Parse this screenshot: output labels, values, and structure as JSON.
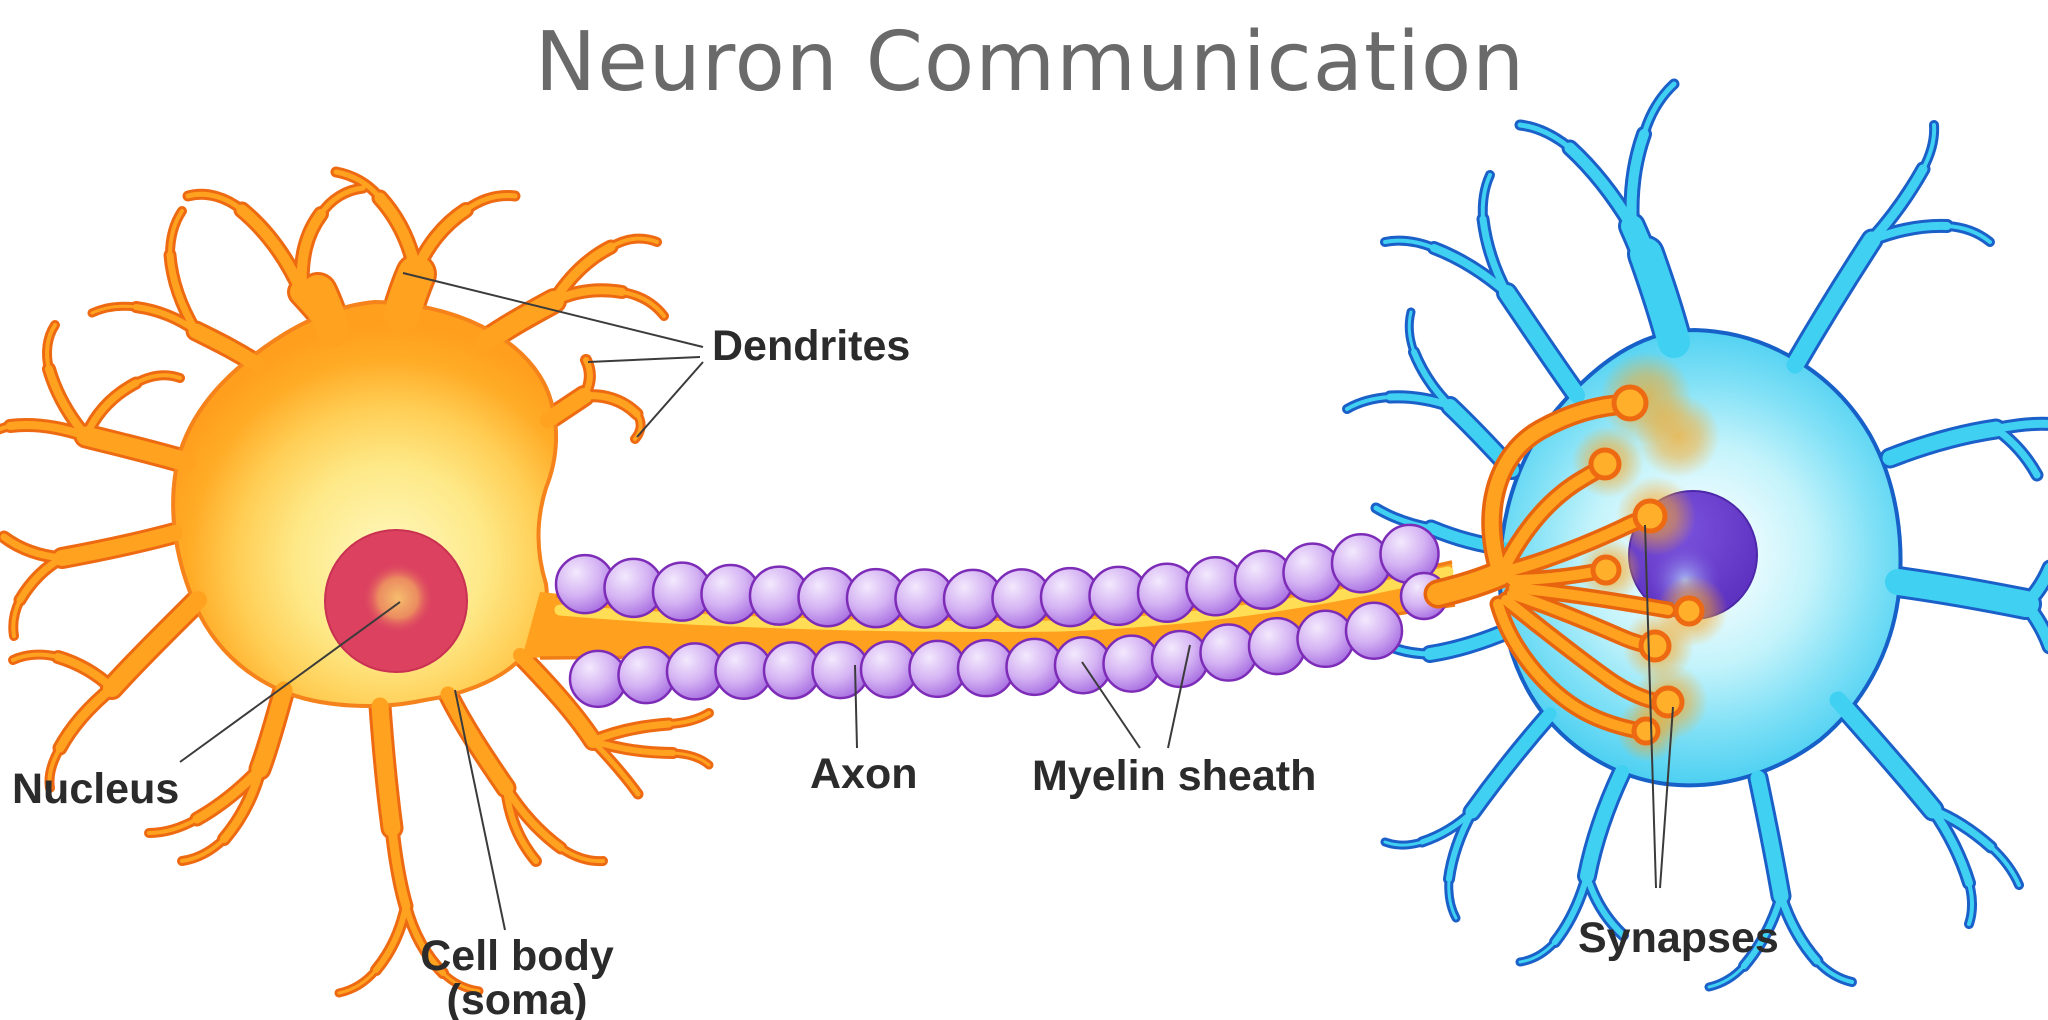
{
  "title": "Neuron Communication",
  "labels": {
    "dendrites": "Dendrites",
    "nucleus": "Nucleus",
    "axon": "Axon",
    "myelin_sheath": "Myelin sheath",
    "cell_body_line1": "Cell body",
    "cell_body_line2": "(soma)",
    "synapses": "Synapses"
  },
  "colors": {
    "title_text": "#6a6a6a",
    "label_text": "#2b2b2b",
    "left_neuron_fill": "#FFA51F",
    "left_neuron_outline": "#F5821A",
    "left_nucleus": "#DC4160",
    "axon_fill": "#FFA11E",
    "axon_highlight": "#FFDE55",
    "myelin_bead": "#B27FE6",
    "myelin_bead_outline": "#7D2CB8",
    "right_neuron_fill": "#3BCAF0",
    "right_neuron_outline": "#1760C8",
    "right_nucleus": "#6336C4",
    "synapse_glow": "#F6A724",
    "pointer_line": "#3b3b3b",
    "background": "#ffffff"
  }
}
